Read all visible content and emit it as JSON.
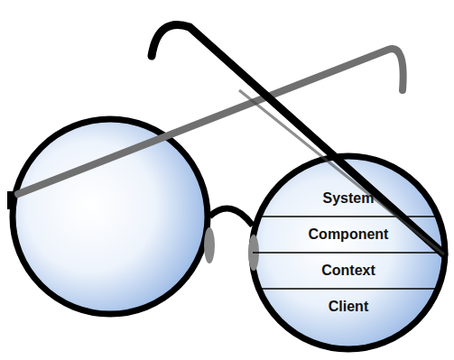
{
  "diagram": {
    "nodes": [
      {
        "text": [
          "System"
        ]
      },
      {
        "text": [
          "Component"
        ]
      },
      {
        "text": [
          "Context"
        ]
      },
      {
        "text": [
          "Client"
        ]
      }
    ]
  }
}
